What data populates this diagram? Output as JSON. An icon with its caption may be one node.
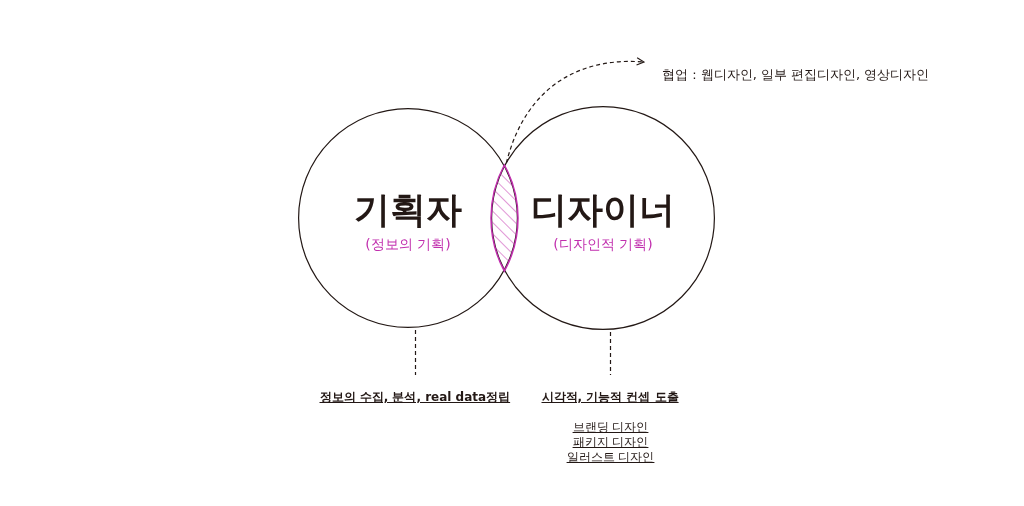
{
  "diagram": {
    "nodes": [
      {
        "text": [
          "기획자",
          "(정보의 기획)"
        ]
      },
      {
        "text": [
          "디자이너",
          "(디자인적 기획)"
        ]
      },
      {
        "text": [],
        "shape": "lens"
      },
      {
        "text": [
          "협업 : 웹디자인, 일부 편집디자인, 영상디자인"
        ]
      },
      {
        "text": [
          "정보의 수집, 분석, real data정립"
        ]
      },
      {
        "text": [
          "시각적, 기능적 컨셉 도출"
        ],
        "beside": [
          "브랜딩 디자인",
          "패키지 디자인",
          "일러스트 디자인"
        ]
      }
    ],
    "edges": [
      {
        "from": 0,
        "to": 4,
        "arrow": "none",
        "style": "dashed"
      },
      {
        "from": 1,
        "to": 5,
        "arrow": "none",
        "style": "dashed"
      },
      {
        "from": 2,
        "to": 3,
        "arrow": "to",
        "style": "dashed"
      }
    ]
  }
}
